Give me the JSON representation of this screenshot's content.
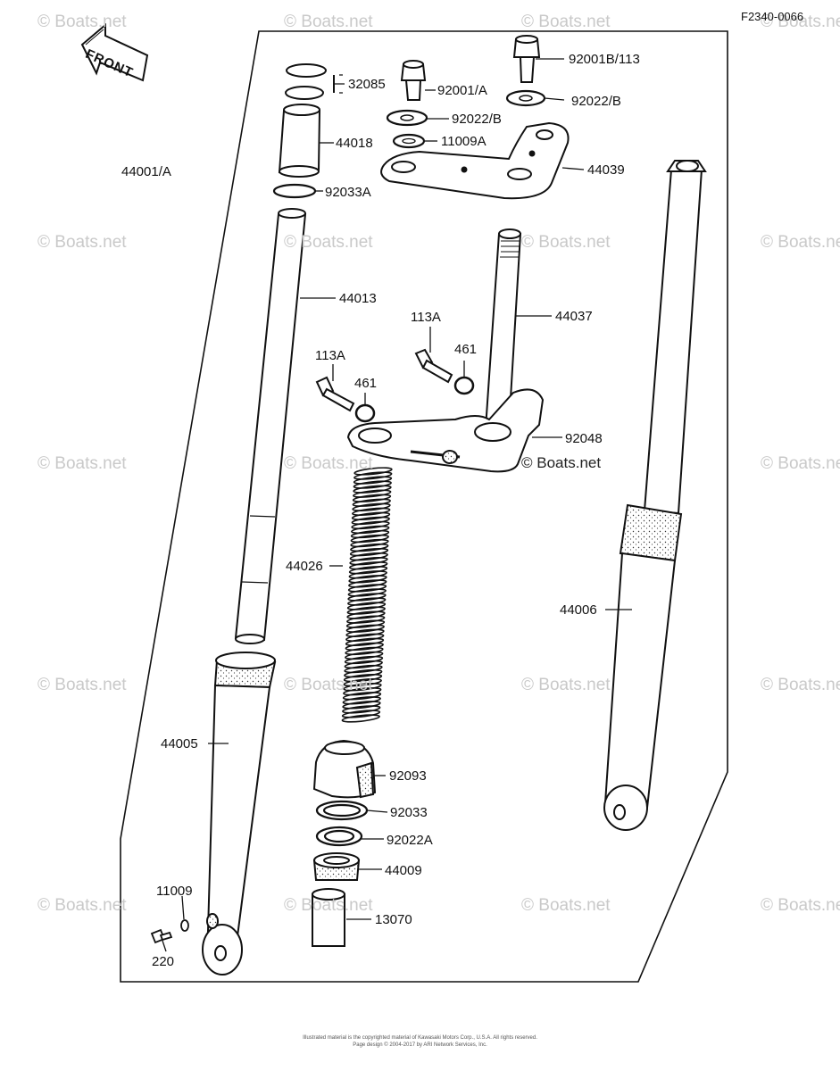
{
  "diagram_code": "F2340-0066",
  "front_arrow": "FRONT",
  "watermark": "© Boats.net",
  "labels": {
    "p32085": "32085",
    "p92001A": "92001/A",
    "p92001B113": "92001B/113",
    "p92022B_left": "92022/B",
    "p92022B_right": "92022/B",
    "p44018": "44018",
    "p11009A": "11009A",
    "p44039": "44039",
    "p44001A": "44001/A",
    "p92033A": "92033A",
    "p44013": "44013",
    "p44037": "44037",
    "p113A_right": "113A",
    "p461_right": "461",
    "p113A_left": "113A",
    "p461_left": "461",
    "p92048": "92048",
    "p44026": "44026",
    "p44006": "44006",
    "p44005": "44005",
    "p92093": "92093",
    "p92033": "92033",
    "p92022A": "92022A",
    "p44009": "44009",
    "p11009": "11009",
    "p13070": "13070",
    "p220": "220"
  },
  "footer": {
    "line1": "Illustrated material is the copyrighted material of Kawasaki Motors Corp., U.S.A. All rights reserved.",
    "line2": "Page design © 2004-2017 by ARI Network Services, Inc."
  }
}
